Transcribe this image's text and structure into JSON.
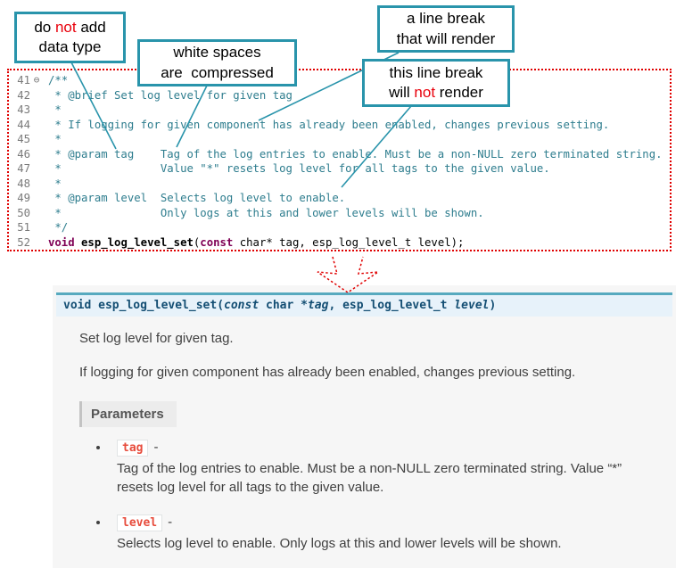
{
  "colors": {
    "callout_border": "#2994ab",
    "editor_dotted_border": "#e00000",
    "comment_text": "#2e7d8e",
    "keyword_text": "#7f0055",
    "signature_bg": "#e7f2fa",
    "signature_border": "#57aabf",
    "signature_text": "#134e73",
    "literal_text": "#e74c3c",
    "panel_bg": "#f6f6f6",
    "body_text": "#404040"
  },
  "callouts": {
    "no_datatype": {
      "l1a": "do ",
      "l1b": "not",
      "l1c": " add",
      "l2": "data type"
    },
    "whitespace": {
      "l1": "white spaces",
      "l2": "are  compressed"
    },
    "break_render": {
      "l1": "a line break",
      "l2": "that will render"
    },
    "break_norender": {
      "l1": "this line break",
      "l2a": "will ",
      "l2b": "not",
      "l2c": " render"
    }
  },
  "editor": {
    "lines": [
      {
        "num": "41",
        "fold": "⊖",
        "text": "/**"
      },
      {
        "num": "42",
        "fold": "",
        "text": " * @brief Set log level for given tag"
      },
      {
        "num": "43",
        "fold": "",
        "text": " *"
      },
      {
        "num": "44",
        "fold": "",
        "text": " * If logging for given component has already been enabled, changes previous setting."
      },
      {
        "num": "45",
        "fold": "",
        "text": " *"
      },
      {
        "num": "46",
        "fold": "",
        "text": " * @param tag    Tag of the log entries to enable. Must be a non-NULL zero terminated string."
      },
      {
        "num": "47",
        "fold": "",
        "text": " *               Value \"*\" resets log level for all tags to the given value."
      },
      {
        "num": "48",
        "fold": "",
        "text": " *"
      },
      {
        "num": "49",
        "fold": "",
        "text": " * @param level  Selects log level to enable."
      },
      {
        "num": "50",
        "fold": "",
        "text": " *               Only logs at this and lower levels will be shown."
      },
      {
        "num": "51",
        "fold": "",
        "text": " */"
      }
    ],
    "line52": {
      "num": "52",
      "fold": "",
      "kw1": "void",
      "sp1": " ",
      "fn": "esp_log_level_set",
      "open": "(",
      "kw2": "const",
      "rest": " char* tag, esp_log_level_t level);"
    }
  },
  "doc": {
    "signature": {
      "ret": "void",
      "sp1": " ",
      "name": "esp_log_level_set",
      "open": "(",
      "kw": "const",
      "type1": " char *",
      "arg1": "tag",
      "comma": ", ",
      "type2": "esp_log_level_t ",
      "arg2": "level",
      "close": ")"
    },
    "brief": "Set log level for given tag.",
    "detail": "If logging for given component has already been enabled, changes previous setting.",
    "parameters_label": "Parameters",
    "params": [
      {
        "name": "tag",
        "dash": "-",
        "desc": "Tag of the log entries to enable. Must be a non-NULL zero terminated string. Value “*” resets log level for all tags to the given value."
      },
      {
        "name": "level",
        "dash": "-",
        "desc": "Selects log level to enable. Only logs at this and lower levels will be shown."
      }
    ]
  }
}
